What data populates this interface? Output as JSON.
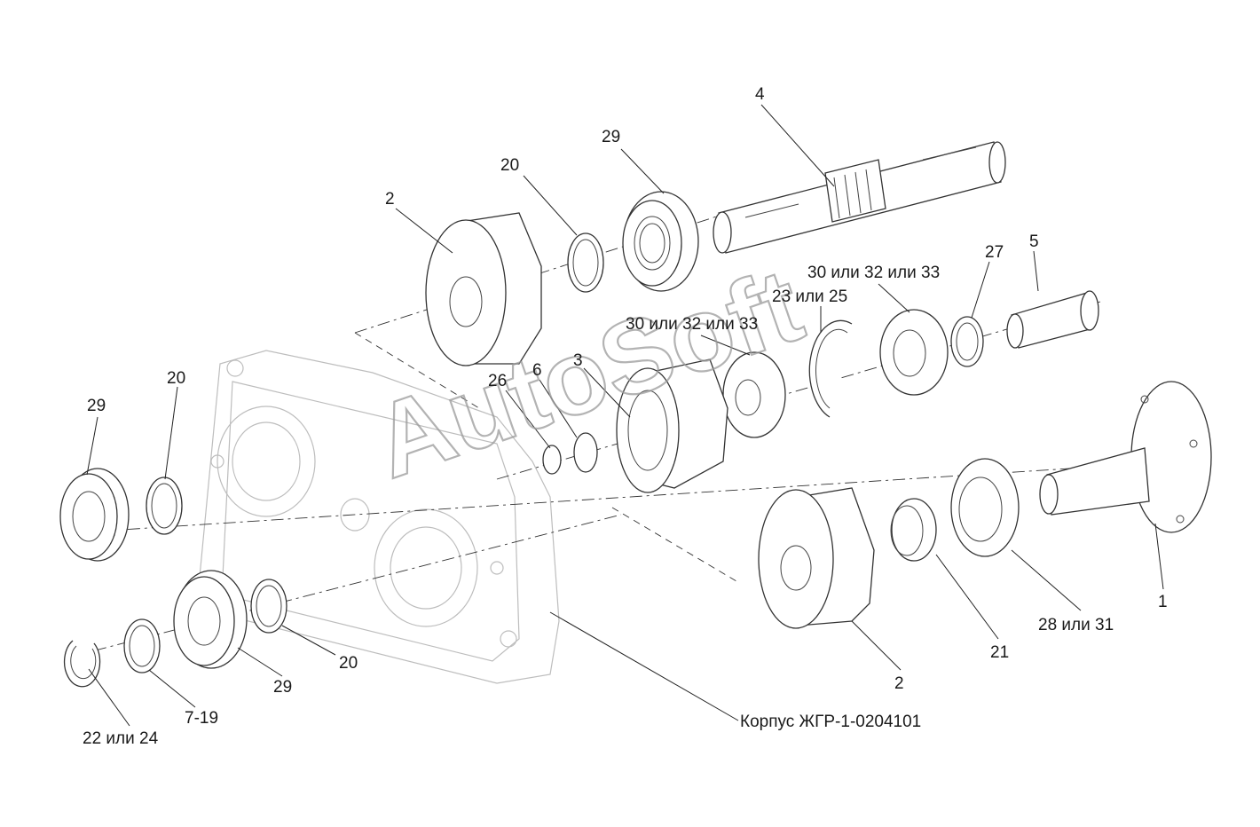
{
  "watermark": "AutoSoft",
  "housing_label": "Корпус ЖГР-1-0204101",
  "callouts": {
    "c4": "4",
    "c29_top": "29",
    "c20_top": "20",
    "c2_top": "2",
    "c27": "27",
    "c5": "5",
    "c30_right": "30 или 32 или 33",
    "c23": "23 или 25",
    "c30_left": "30 или 32 или 33",
    "c26": "26",
    "c6": "6",
    "c3": "3",
    "c29_left": "29",
    "c20_left": "20",
    "c1": "1",
    "c28": "28 или 31",
    "c21": "21",
    "c2_bottom": "2",
    "c20_bottom": "20",
    "c29_bottom": "29",
    "c7": "7-19",
    "c22": "22 или 24"
  }
}
